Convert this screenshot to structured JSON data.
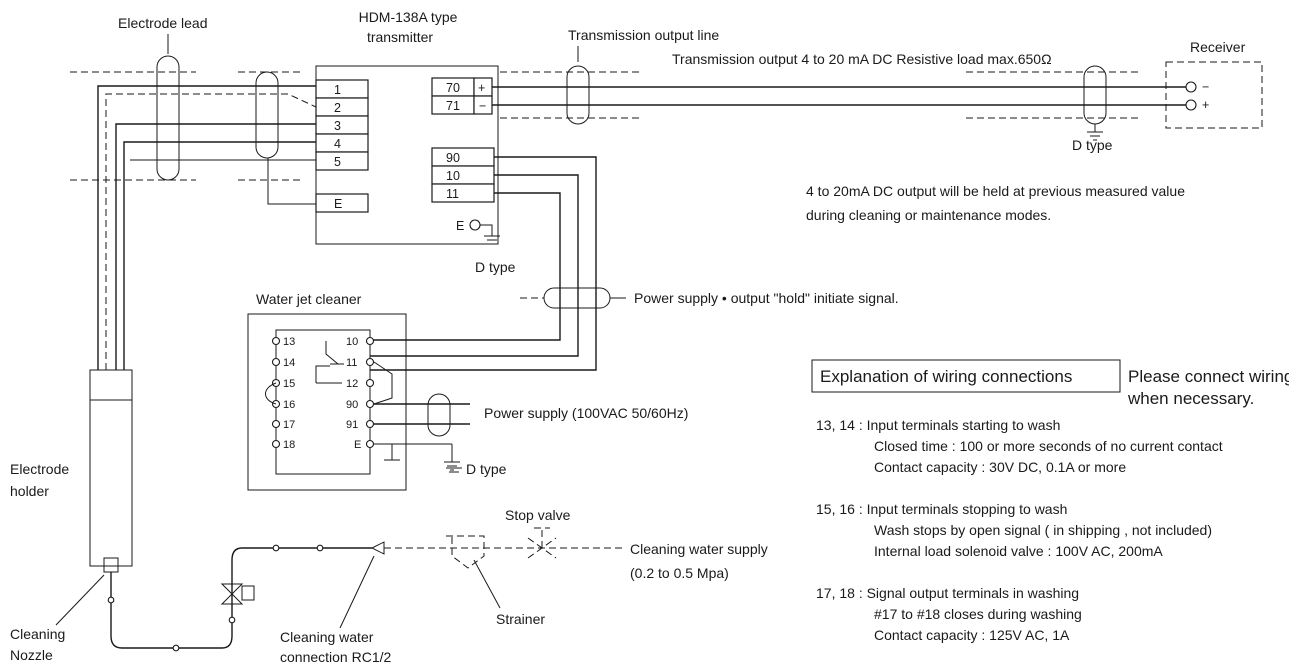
{
  "labels": {
    "electrode_lead": "Electrode lead",
    "transmitter_title_1": "HDM-138A type",
    "transmitter_title_2": "transmitter",
    "transmission_output_line": "Transmission output line",
    "transmission_output_spec": "Transmission output 4 to 20 mA DC   Resistive load  max.650Ω",
    "receiver": "Receiver",
    "d_type": "D type",
    "hold_note_1": "4 to 20mA DC output will be held at previous measured value",
    "hold_note_2": "during cleaning or maintenance modes.",
    "power_supply_hold": "Power supply  • output \"hold\" initiate signal.",
    "water_jet_cleaner": "Water jet cleaner",
    "power_supply_ac": "Power supply (100VAC 50/60Hz)",
    "electrode_holder_1": "Electrode",
    "electrode_holder_2": "holder",
    "cleaning_nozzle_1": "Cleaning",
    "cleaning_nozzle_2": "Nozzle",
    "cleaning_water_conn_1": "Cleaning water",
    "cleaning_water_conn_2": "connection RC1/2",
    "strainer": "Strainer",
    "stop_valve": "Stop valve",
    "cleaning_water_supply_1": "Cleaning water supply",
    "cleaning_water_supply_2": "(0.2 to 0.5 Mpa)"
  },
  "transmitter_terminals_left": [
    "1",
    "2",
    "3",
    "4",
    "5",
    "E"
  ],
  "transmitter_terminals_right": [
    "70",
    "71",
    "90",
    "10",
    "11"
  ],
  "transmitter_ground": "E",
  "output_polarity": [
    "+",
    "−"
  ],
  "receiver_polarity": [
    "−",
    "+"
  ],
  "cleaner_terminals_left": [
    "13",
    "14",
    "15",
    "16",
    "17",
    "18"
  ],
  "cleaner_terminals_right": [
    "10",
    "11",
    "12",
    "90",
    "91",
    "E"
  ],
  "explanation": {
    "title": "Explanation of wiring connections",
    "aside_1": "Please connect wiring",
    "aside_2": "when necessary.",
    "items": [
      {
        "head": "13, 14 : Input terminals starting to wash",
        "lines": [
          "Closed time : 100 or more seconds of no current contact",
          "Contact capacity : 30V DC, 0.1A or more"
        ]
      },
      {
        "head": "15, 16 : Input terminals stopping to wash",
        "lines": [
          "Wash stops by open signal ( in shipping , not included)",
          "Internal load solenoid valve : 100V AC, 200mA"
        ]
      },
      {
        "head": "17, 18 : Signal output terminals in washing",
        "lines": [
          "#17 to #18  closes during washing",
          "Contact capacity : 125V AC, 1A"
        ]
      }
    ]
  }
}
